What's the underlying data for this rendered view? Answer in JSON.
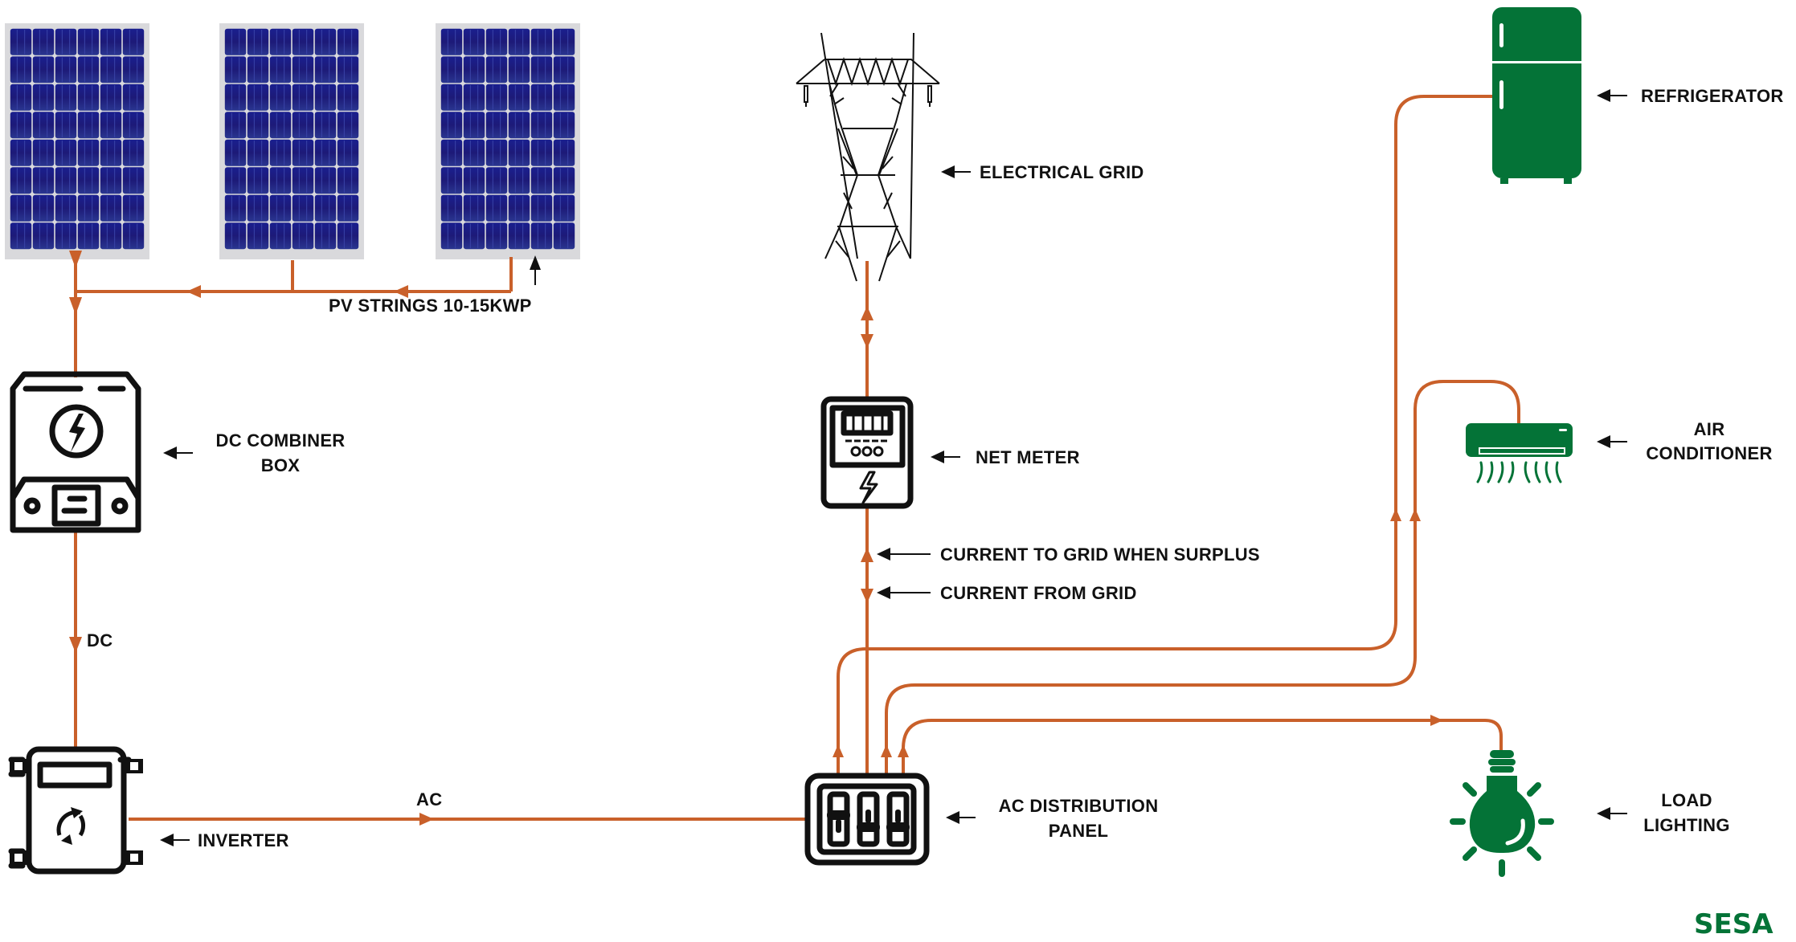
{
  "diagram": {
    "title": "Grid-tied solar PV system schematic",
    "colors": {
      "wire": "#c9602a",
      "appliance_green": "#047337",
      "panel_blue": "#1e2a8c",
      "outline": "#111111"
    },
    "components": {
      "pv_strings": {
        "label": "PV STRINGS 10-15KWP",
        "panel_count": 3
      },
      "dc_combiner": {
        "label_line1": "DC COMBINER",
        "label_line2": "BOX"
      },
      "dc_link": {
        "label": "DC"
      },
      "inverter": {
        "label": "INVERTER"
      },
      "ac_link": {
        "label": "AC"
      },
      "ac_panel": {
        "label_line1": "AC DISTRIBUTION",
        "label_line2": "PANEL"
      },
      "grid": {
        "label": "ELECTRICAL GRID"
      },
      "net_meter": {
        "label": "NET METER"
      },
      "to_grid": {
        "label": "CURRENT TO GRID WHEN SURPLUS"
      },
      "from_grid": {
        "label": "CURRENT FROM GRID"
      },
      "refrigerator": {
        "label": "REFRIGERATOR"
      },
      "air_conditioner": {
        "label_line1": "AIR",
        "label_line2": "CONDITIONER"
      },
      "lighting": {
        "label_line1": "LOAD",
        "label_line2": "LIGHTING"
      }
    },
    "connections": [
      {
        "from": "PV panels",
        "to": "DC combiner box",
        "type": "DC"
      },
      {
        "from": "DC combiner box",
        "to": "Inverter",
        "type": "DC"
      },
      {
        "from": "Inverter",
        "to": "AC distribution panel",
        "type": "AC"
      },
      {
        "from": "AC distribution panel",
        "to": "Net meter",
        "direction": "bidirectional"
      },
      {
        "from": "Net meter",
        "to": "Electrical grid",
        "direction": "bidirectional"
      },
      {
        "from": "AC distribution panel",
        "to": "Refrigerator"
      },
      {
        "from": "AC distribution panel",
        "to": "Air conditioner"
      },
      {
        "from": "AC distribution panel",
        "to": "Load lighting"
      }
    ],
    "brand": {
      "logo_text": "SESA"
    }
  }
}
